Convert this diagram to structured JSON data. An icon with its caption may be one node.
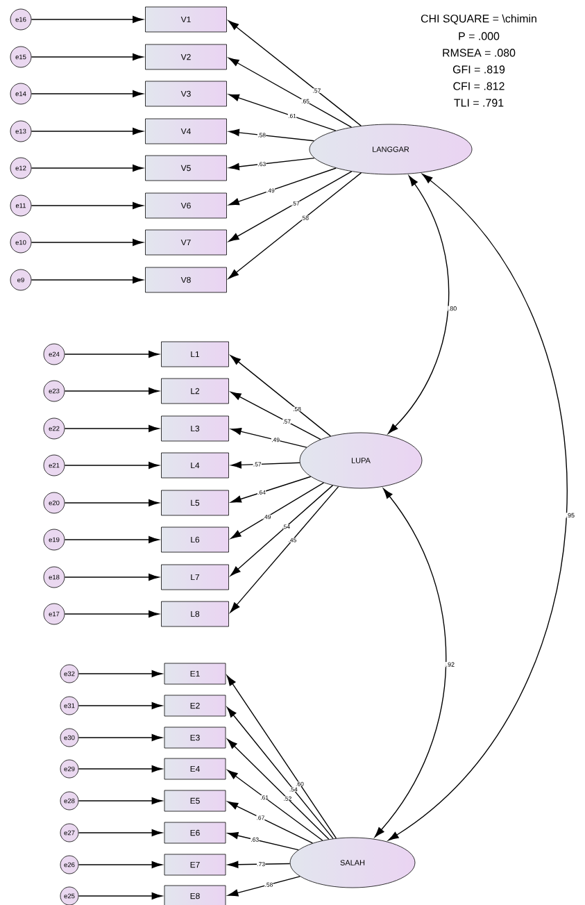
{
  "diagram": {
    "nodes": [
      {
        "text": [
          "LANGGAR"
        ]
      },
      {
        "text": [
          "V1"
        ]
      },
      {
        "text": [
          "V2"
        ]
      },
      {
        "text": [
          "V3"
        ]
      },
      {
        "text": [
          "V4"
        ]
      },
      {
        "text": [
          "V5"
        ]
      },
      {
        "text": [
          "V6"
        ]
      },
      {
        "text": [
          "V7"
        ]
      },
      {
        "text": [
          "V8"
        ]
      },
      {
        "text": [
          "e16"
        ]
      },
      {
        "text": [
          "e15"
        ]
      },
      {
        "text": [
          "e14"
        ]
      },
      {
        "text": [
          "e13"
        ]
      },
      {
        "text": [
          "e12"
        ]
      },
      {
        "text": [
          "e11"
        ]
      },
      {
        "text": [
          "e10"
        ]
      },
      {
        "text": [
          "e9"
        ]
      },
      {
        "text": [
          "LUPA"
        ]
      },
      {
        "text": [
          "L1"
        ]
      },
      {
        "text": [
          "L2"
        ]
      },
      {
        "text": [
          "L3"
        ]
      },
      {
        "text": [
          "L4"
        ]
      },
      {
        "text": [
          "L5"
        ]
      },
      {
        "text": [
          "L6"
        ]
      },
      {
        "text": [
          "L7"
        ]
      },
      {
        "text": [
          "L8"
        ]
      },
      {
        "text": [
          "e24"
        ]
      },
      {
        "text": [
          "e23"
        ]
      },
      {
        "text": [
          "e22"
        ]
      },
      {
        "text": [
          "e21"
        ]
      },
      {
        "text": [
          "e20"
        ]
      },
      {
        "text": [
          "e19"
        ]
      },
      {
        "text": [
          "e18"
        ]
      },
      {
        "text": [
          "e17"
        ]
      },
      {
        "text": [
          "SALAH"
        ]
      },
      {
        "text": [
          "E1"
        ]
      },
      {
        "text": [
          "E2"
        ]
      },
      {
        "text": [
          "E3"
        ]
      },
      {
        "text": [
          "E4"
        ]
      },
      {
        "text": [
          "E5"
        ]
      },
      {
        "text": [
          "E6"
        ]
      },
      {
        "text": [
          "E7"
        ]
      },
      {
        "text": [
          "E8"
        ]
      },
      {
        "text": [
          "e32"
        ]
      },
      {
        "text": [
          "e31"
        ]
      },
      {
        "text": [
          "e30"
        ]
      },
      {
        "text": [
          "e29"
        ]
      },
      {
        "text": [
          "e28"
        ]
      },
      {
        "text": [
          "e27"
        ]
      },
      {
        "text": [
          "e26"
        ]
      },
      {
        "text": [
          "e25"
        ]
      }
    ],
    "edges": [
      {
        "from": 0,
        "to": 1,
        "arrow": "to",
        "label": ".57"
      },
      {
        "from": 0,
        "to": 2,
        "arrow": "to",
        "label": ".65"
      },
      {
        "from": 0,
        "to": 3,
        "arrow": "to",
        "label": ".61"
      },
      {
        "from": 0,
        "to": 4,
        "arrow": "to",
        "label": ".58"
      },
      {
        "from": 0,
        "to": 5,
        "arrow": "to",
        "label": ".63"
      },
      {
        "from": 0,
        "to": 6,
        "arrow": "to",
        "label": ".49"
      },
      {
        "from": 0,
        "to": 7,
        "arrow": "to",
        "label": ".57"
      },
      {
        "from": 0,
        "to": 8,
        "arrow": "to",
        "label": ".58"
      },
      {
        "from": 9,
        "to": 1,
        "arrow": "to"
      },
      {
        "from": 10,
        "to": 2,
        "arrow": "to"
      },
      {
        "from": 11,
        "to": 3,
        "arrow": "to"
      },
      {
        "from": 12,
        "to": 4,
        "arrow": "to"
      },
      {
        "from": 13,
        "to": 5,
        "arrow": "to"
      },
      {
        "from": 14,
        "to": 6,
        "arrow": "to"
      },
      {
        "from": 15,
        "to": 7,
        "arrow": "to"
      },
      {
        "from": 16,
        "to": 8,
        "arrow": "to"
      },
      {
        "from": 17,
        "to": 18,
        "arrow": "to",
        "label": ".58"
      },
      {
        "from": 17,
        "to": 19,
        "arrow": "to",
        "label": ".57"
      },
      {
        "from": 17,
        "to": 20,
        "arrow": "to",
        "label": ".49"
      },
      {
        "from": 17,
        "to": 21,
        "arrow": "to",
        "label": ".57"
      },
      {
        "from": 17,
        "to": 22,
        "arrow": "to",
        "label": ".64"
      },
      {
        "from": 17,
        "to": 23,
        "arrow": "to",
        "label": ".49"
      },
      {
        "from": 17,
        "to": 24,
        "arrow": "to",
        "label": ".54"
      },
      {
        "from": 17,
        "to": 25,
        "arrow": "to",
        "label": ".45"
      },
      {
        "from": 26,
        "to": 18,
        "arrow": "to"
      },
      {
        "from": 27,
        "to": 19,
        "arrow": "to"
      },
      {
        "from": 28,
        "to": 20,
        "arrow": "to"
      },
      {
        "from": 29,
        "to": 21,
        "arrow": "to"
      },
      {
        "from": 30,
        "to": 22,
        "arrow": "to"
      },
      {
        "from": 31,
        "to": 23,
        "arrow": "to"
      },
      {
        "from": 32,
        "to": 24,
        "arrow": "to"
      },
      {
        "from": 33,
        "to": 25,
        "arrow": "to"
      },
      {
        "from": 34,
        "to": 35,
        "arrow": "to",
        "label": ".60"
      },
      {
        "from": 34,
        "to": 36,
        "arrow": "to",
        "label": ".54"
      },
      {
        "from": 34,
        "to": 37,
        "arrow": "to",
        "label": ".52"
      },
      {
        "from": 34,
        "to": 38,
        "arrow": "to",
        "label": ".61"
      },
      {
        "from": 34,
        "to": 39,
        "arrow": "to",
        "label": ".67"
      },
      {
        "from": 34,
        "to": 40,
        "arrow": "to",
        "label": ".63"
      },
      {
        "from": 34,
        "to": 41,
        "arrow": "to",
        "label": ".73"
      },
      {
        "from": 34,
        "to": 42,
        "arrow": "to",
        "label": ".58"
      },
      {
        "from": 43,
        "to": 35,
        "arrow": "to"
      },
      {
        "from": 44,
        "to": 36,
        "arrow": "to"
      },
      {
        "from": 45,
        "to": 37,
        "arrow": "to"
      },
      {
        "from": 46,
        "to": 38,
        "arrow": "to"
      },
      {
        "from": 47,
        "to": 39,
        "arrow": "to"
      },
      {
        "from": 48,
        "to": 40,
        "arrow": "to"
      },
      {
        "from": 49,
        "to": 41,
        "arrow": "to"
      },
      {
        "from": 50,
        "to": 42,
        "arrow": "to"
      },
      {
        "from": 0,
        "to": 17,
        "arrow": "both",
        "label": ".80"
      },
      {
        "from": 17,
        "to": 34,
        "arrow": "both",
        "label": ".92"
      },
      {
        "from": 0,
        "to": 34,
        "arrow": "both",
        "label": ".95"
      }
    ],
    "labels": [
      "CHI SQUARE = \\chimin",
      "P = .000",
      "RMSEA = .080",
      "GFI = .819",
      "CFI = .812",
      "TLI = .791"
    ]
  }
}
